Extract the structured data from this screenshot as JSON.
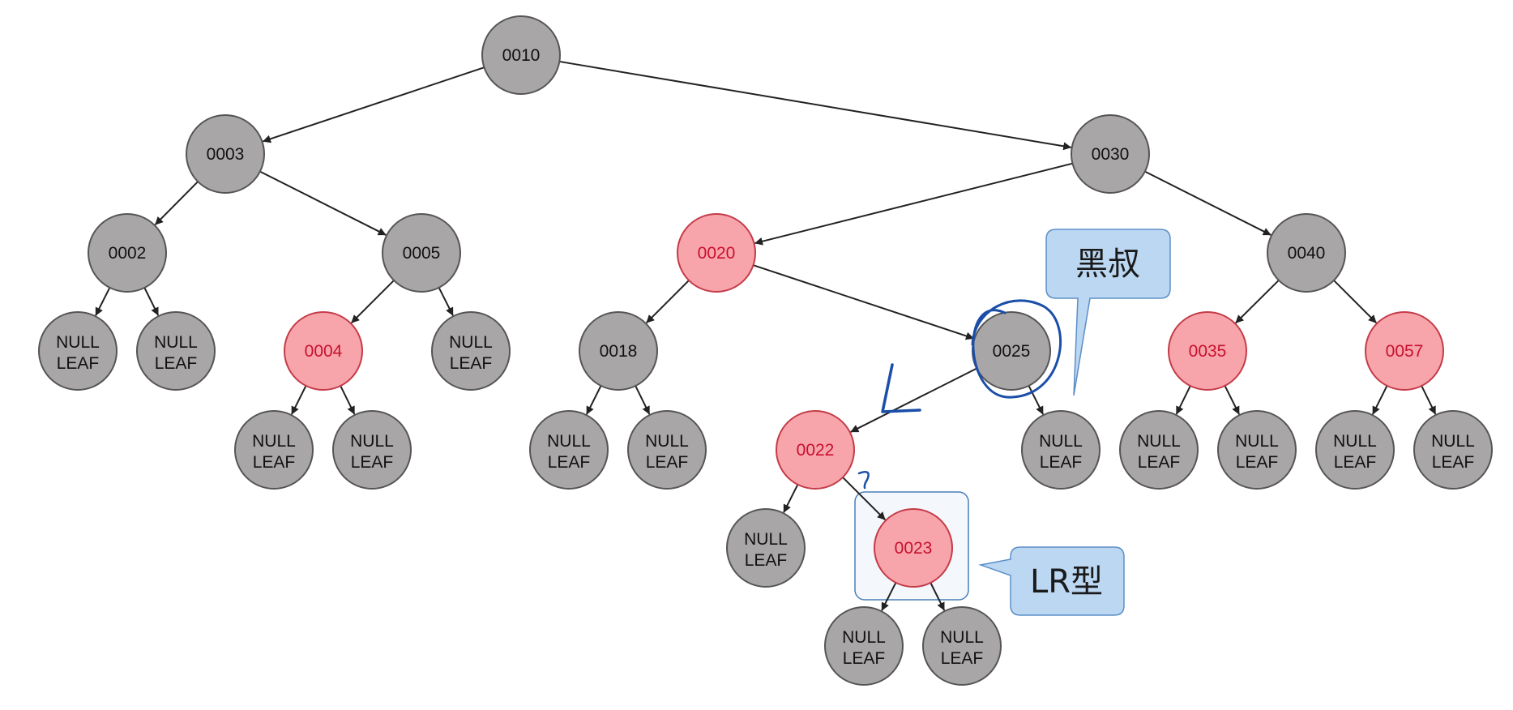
{
  "colors": {
    "black_node_fill": "#a9a6a8",
    "red_node_fill": "#f7a5aa",
    "red_node_stroke": "#c43b48",
    "black_text": "#111111",
    "red_text": "#c8102e",
    "edge": "#222222",
    "callout_fill": "#bcd7f2",
    "callout_stroke": "#5b8fc7",
    "pen": "#1b4ea8"
  },
  "leaf_label": {
    "line1": "NULL",
    "line2": "LEAF"
  },
  "nodes": [
    {
      "id": "n0010",
      "label": "0010",
      "color": "black"
    },
    {
      "id": "n0003",
      "label": "0003",
      "color": "black"
    },
    {
      "id": "n0030",
      "label": "0030",
      "color": "black"
    },
    {
      "id": "n0002",
      "label": "0002",
      "color": "black"
    },
    {
      "id": "n0005",
      "label": "0005",
      "color": "black"
    },
    {
      "id": "n0020",
      "label": "0020",
      "color": "red"
    },
    {
      "id": "n0040",
      "label": "0040",
      "color": "black"
    },
    {
      "id": "n0004",
      "label": "0004",
      "color": "red"
    },
    {
      "id": "n0018",
      "label": "0018",
      "color": "black"
    },
    {
      "id": "n0025",
      "label": "0025",
      "color": "black"
    },
    {
      "id": "n0035",
      "label": "0035",
      "color": "red"
    },
    {
      "id": "n0057",
      "label": "0057",
      "color": "red"
    },
    {
      "id": "n0022",
      "label": "0022",
      "color": "red"
    },
    {
      "id": "n0023",
      "label": "0023",
      "color": "red"
    }
  ],
  "edges": [
    [
      "n0010",
      "n0003"
    ],
    [
      "n0010",
      "n0030"
    ],
    [
      "n0003",
      "n0002"
    ],
    [
      "n0003",
      "n0005"
    ],
    [
      "n0030",
      "n0020"
    ],
    [
      "n0030",
      "n0040"
    ],
    [
      "n0002",
      "L1"
    ],
    [
      "n0002",
      "L2"
    ],
    [
      "n0005",
      "n0004"
    ],
    [
      "n0005",
      "L3"
    ],
    [
      "n0004",
      "L4"
    ],
    [
      "n0004",
      "L5"
    ],
    [
      "n0020",
      "n0018"
    ],
    [
      "n0020",
      "n0025"
    ],
    [
      "n0018",
      "L6"
    ],
    [
      "n0018",
      "L7"
    ],
    [
      "n0025",
      "n0022"
    ],
    [
      "n0025",
      "L8"
    ],
    [
      "n0022",
      "L9"
    ],
    [
      "n0022",
      "n0023"
    ],
    [
      "n0023",
      "L10"
    ],
    [
      "n0023",
      "L11"
    ],
    [
      "n0040",
      "n0035"
    ],
    [
      "n0040",
      "n0057"
    ],
    [
      "n0035",
      "L12"
    ],
    [
      "n0035",
      "L13"
    ],
    [
      "n0057",
      "L14"
    ],
    [
      "n0057",
      "L15"
    ]
  ],
  "callouts": {
    "uncle": {
      "text": "黑叔"
    },
    "case": {
      "text": "LR型"
    }
  },
  "pen_marks": {
    "l_mark": "L",
    "question_mark": "?"
  }
}
